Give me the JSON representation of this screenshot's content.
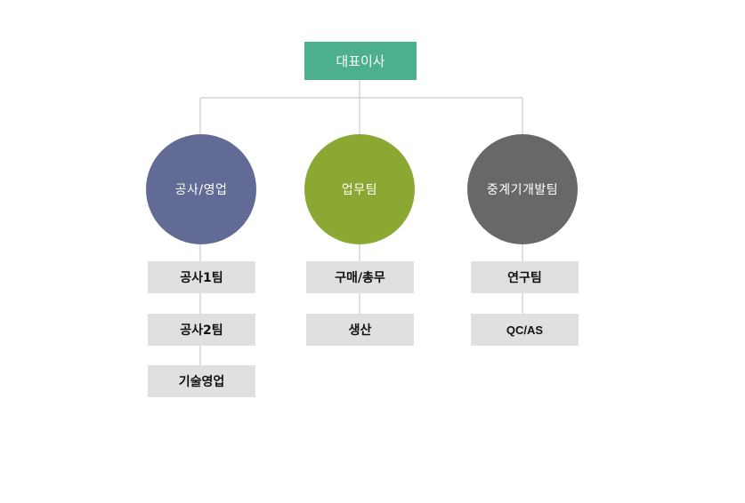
{
  "colors": {
    "ceo": "#4caf8e",
    "dept_1": "#616b96",
    "dept_2": "#8ba832",
    "dept_3": "#686868",
    "sub_box": "#e0e0e0",
    "connector": "#c0c0c0"
  },
  "ceo": {
    "label": "대표이사"
  },
  "departments": [
    {
      "label": "공사/영업",
      "teams": [
        "공사1팀",
        "공사2팀",
        "기술영업"
      ]
    },
    {
      "label": "업무팀",
      "teams": [
        "구매/총무",
        "생산"
      ]
    },
    {
      "label": "중계기개발팀",
      "teams": [
        "연구팀",
        "QC/AS"
      ]
    }
  ]
}
